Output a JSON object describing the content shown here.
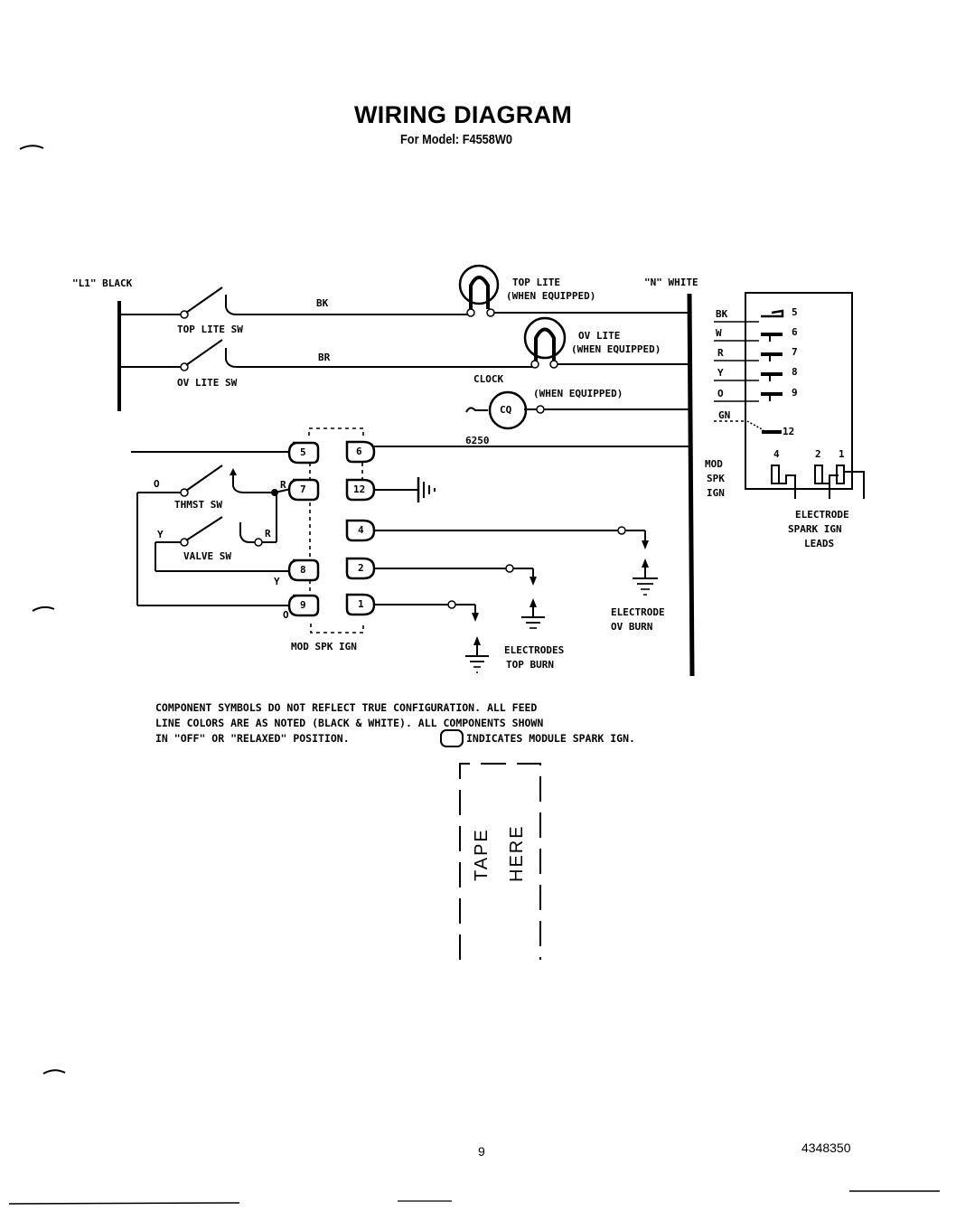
{
  "header": {
    "title": "WIRING DIAGRAM",
    "subtitle": "For Model: F4558W0"
  },
  "labels": {
    "l1": "\"L1\" BLACK",
    "n_white": "\"N\" WHITE",
    "top_lite_sw": "TOP LITE SW",
    "ov_lite_sw": "OV LITE SW",
    "wire_bk": "BK",
    "wire_br": "BR",
    "top_lite": "TOP LITE",
    "top_lite_equipped": "(WHEN EQUIPPED)",
    "ov_lite": "OV LITE",
    "ov_lite_equipped": "(WHEN EQUIPPED)",
    "clock": "CLOCK",
    "clock_code": "CQ",
    "clock_equipped": "(WHEN EQUIPPED)",
    "resistor_code": "6250",
    "thmst_sw": "THMST SW",
    "valve_sw": "VALVE SW",
    "mod_spk_ign_bottom": "MOD SPK IGN",
    "mod_spk_ign_side": [
      "MOD",
      "SPK",
      "IGN"
    ],
    "electrode_ov_burn": [
      "ELECTRODE",
      "OV BURN"
    ],
    "electrodes_top_burn": [
      "ELECTRODES",
      "TOP BURN"
    ],
    "electrode_spark_ign_leads": [
      "ELECTRODE",
      "SPARK IGN",
      "LEADS"
    ]
  },
  "wire_letters": {
    "o_thmst": "O",
    "r_thmst": "R",
    "y_valve": "Y",
    "r_valve": "R",
    "y_pin8": "Y",
    "o_pin9": "O"
  },
  "module_terminals": {
    "left": [
      "5",
      "7",
      "8",
      "9"
    ],
    "right": [
      "6",
      "12",
      "4",
      "2",
      "1"
    ]
  },
  "connector": {
    "rows": [
      {
        "wire": "BK",
        "pin": "5"
      },
      {
        "wire": "W",
        "pin": "6"
      },
      {
        "wire": "R",
        "pin": "7"
      },
      {
        "wire": "Y",
        "pin": "8"
      },
      {
        "wire": "O",
        "pin": "9"
      },
      {
        "wire": "GN",
        "pin": "12"
      }
    ],
    "bottom_pins": [
      "4",
      "2",
      "1"
    ]
  },
  "notes": [
    "COMPONENT SYMBOLS DO NOT REFLECT TRUE CONFIGURATION.  ALL FEED",
    "LINE COLORS ARE AS NOTED (BLACK & WHITE).  ALL COMPONENTS SHOWN",
    "IN \"OFF\" OR \"RELAXED\" POSITION.",
    "INDICATES MODULE SPARK IGN."
  ],
  "tape": {
    "left": "TAPE",
    "right": "HERE"
  },
  "footer": {
    "page_number": "9",
    "part_number": "4348350"
  }
}
